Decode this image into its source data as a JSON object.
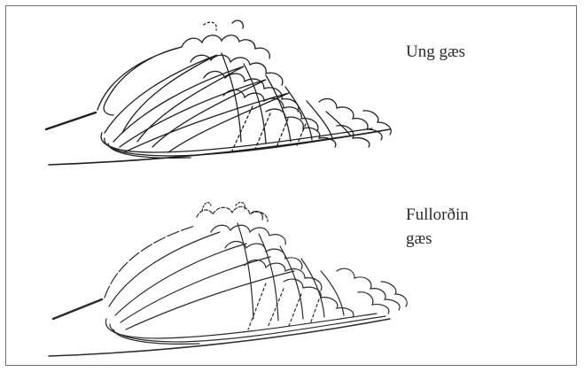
{
  "figure": {
    "panels": [
      {
        "label_lines": [
          "Ung gæs"
        ],
        "description_of_drawing": "wing",
        "line_color": "#1f1f1f"
      },
      {
        "label_lines": [
          "Fullorðin",
          "gæs"
        ],
        "description_of_drawing": "wing",
        "line_color": "#2b2b2b"
      }
    ]
  },
  "colors": {
    "border": "#6f6f6f",
    "text": "#2a2a2a",
    "background": "#ffffff"
  }
}
